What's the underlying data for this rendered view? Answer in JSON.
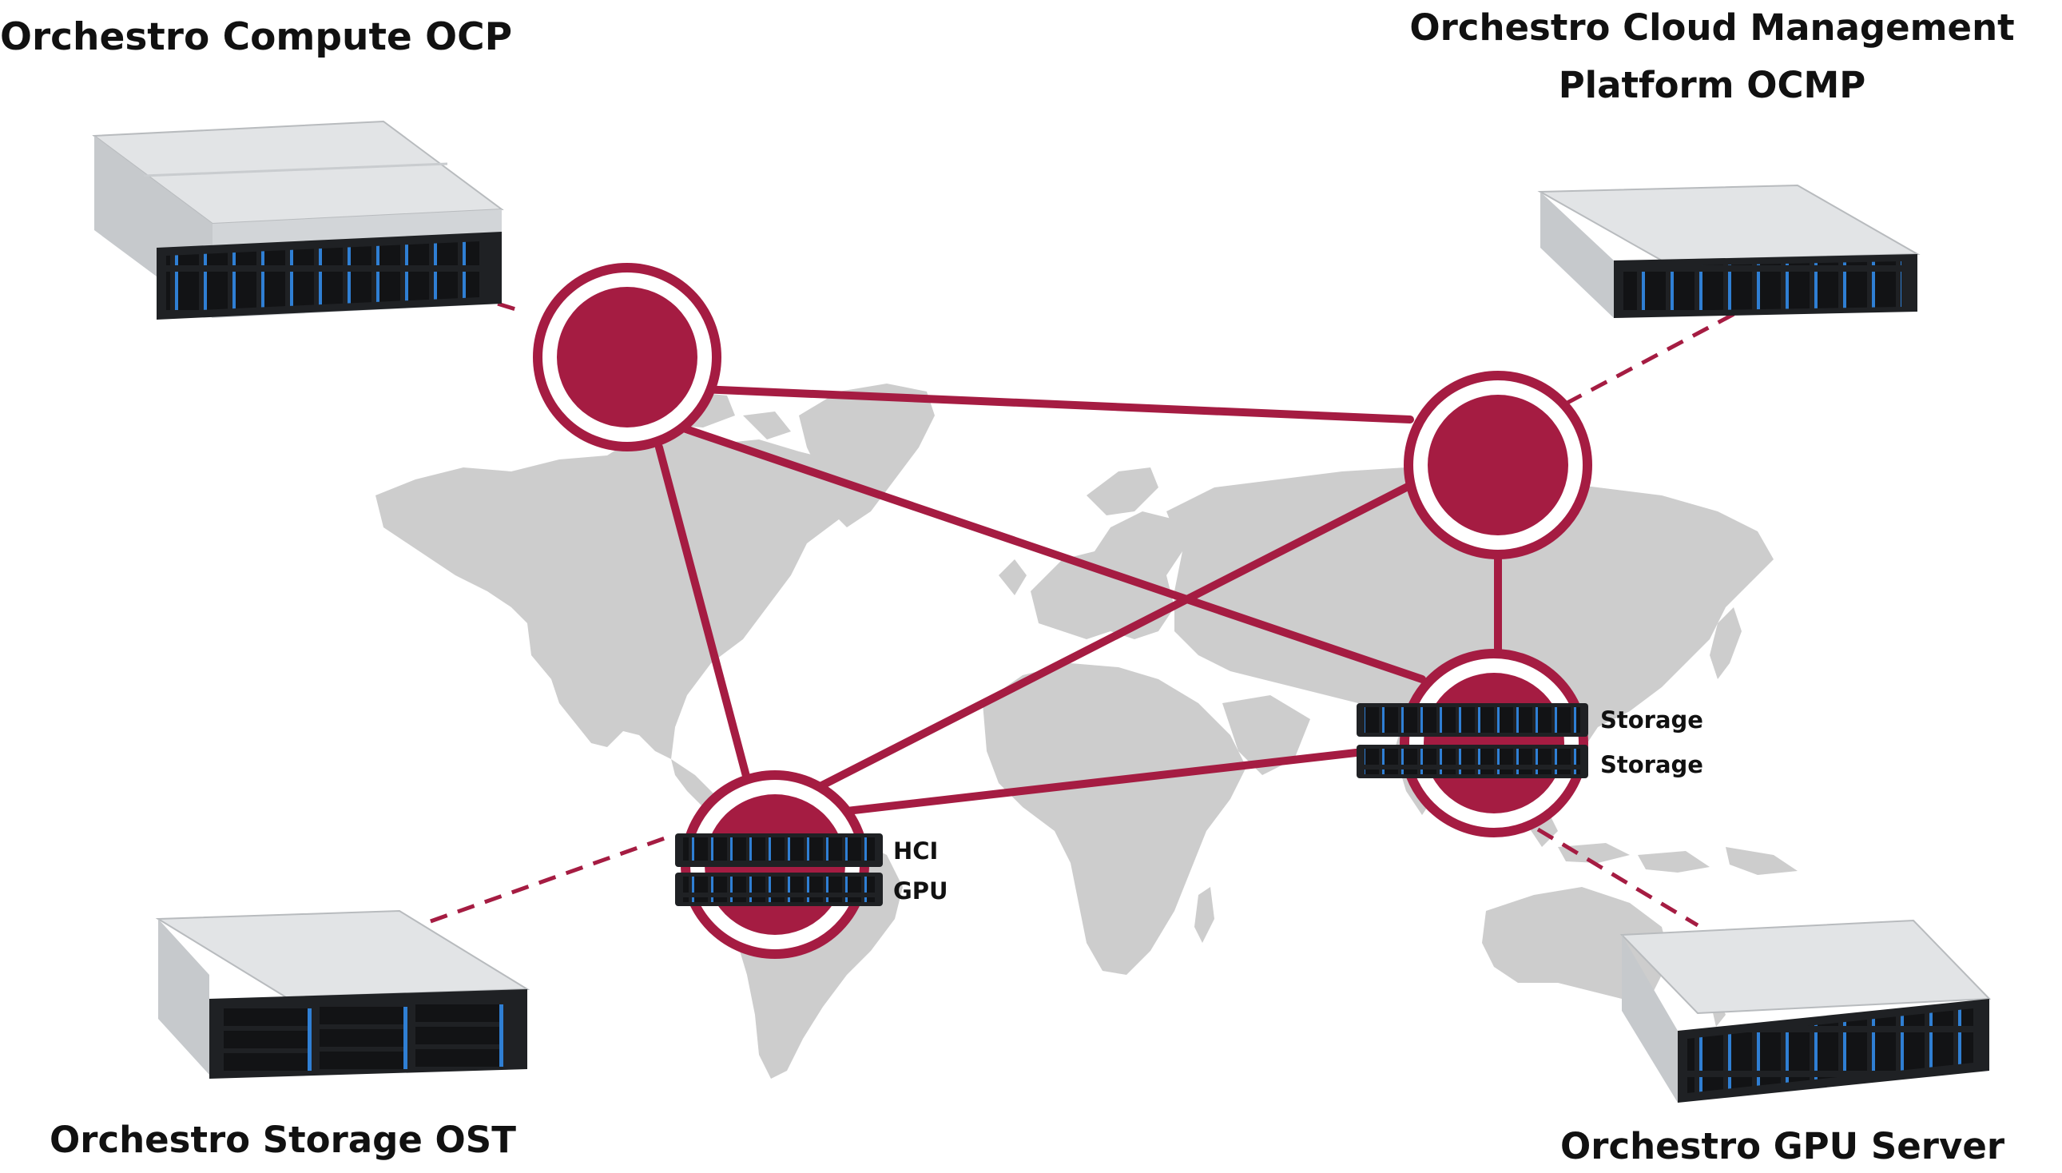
{
  "colors": {
    "accent": "#A51C42",
    "map": "#CDCDCD",
    "server_body": "#E2E4E6",
    "server_front": "#1F2124",
    "drive_blue": "#2F7FD4",
    "text": "#111111"
  },
  "titles": {
    "compute": "Orchestro Compute OCP",
    "cloud_line1": "Orchestro Cloud Management",
    "cloud_line2": "Platform OCMP",
    "storage": "Orchestro Storage OST",
    "gpu": "Orchestro GPU Server"
  },
  "node_labels": {
    "hci": "HCI",
    "gpu": "GPU",
    "storage_top": "Storage",
    "storage_bottom": "Storage"
  },
  "icons": {
    "node": "red-circle-node-icon",
    "server_large": "rack-server-icon",
    "server_small": "rack-unit-icon",
    "map": "world-map-icon"
  }
}
